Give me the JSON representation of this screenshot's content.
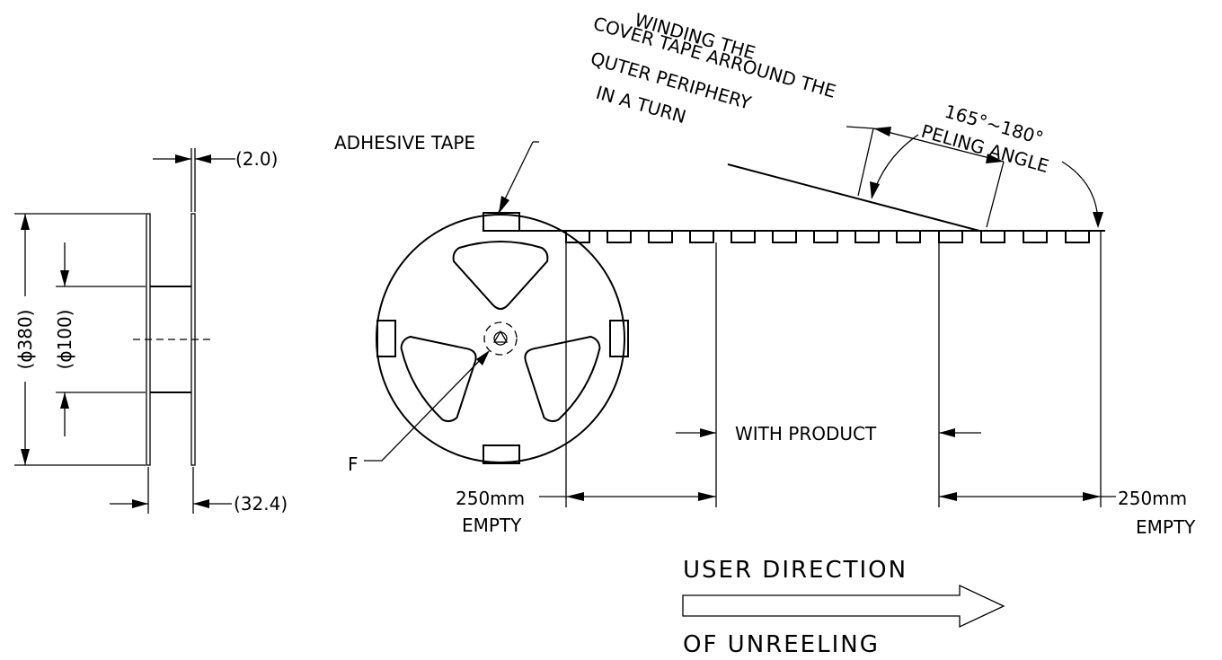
{
  "side_view": {
    "dim_flange_thickness": "(2.0)",
    "dim_reel_diameter": "(ϕ380)",
    "dim_hub_diameter": "(ϕ100)",
    "dim_reel_width": "(32.4)"
  },
  "front_view": {
    "adhesive_tape_label": "ADHESIVE TAPE",
    "hole_label": "F",
    "winding_note": [
      "WINDING THE",
      "COVER TAPE ARROUND THE",
      "QUTER PERIPHERY",
      "IN A TURN"
    ],
    "peeling_angle_value": "165°~180°",
    "peeling_angle_label": "PELING ANGLE",
    "with_product_label": "WITH PRODUCT",
    "leader_left_length": "250mm",
    "leader_left_word": "EMPTY",
    "leader_right_length": "250mm",
    "leader_right_word": "EMPTY"
  },
  "direction": {
    "line1": "USER DIRECTION",
    "line2": "OF UNREELING"
  }
}
